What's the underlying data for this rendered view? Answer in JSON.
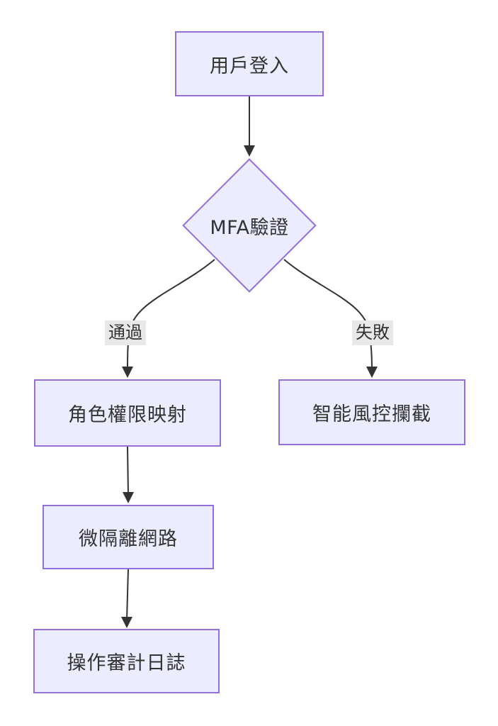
{
  "diagram": {
    "type": "flowchart",
    "direction": "top-down",
    "nodes": [
      {
        "id": "A",
        "shape": "rectangle",
        "label": "用戶登入"
      },
      {
        "id": "B",
        "shape": "diamond",
        "label": "MFA驗證"
      },
      {
        "id": "C",
        "shape": "rectangle",
        "label": "角色權限映射"
      },
      {
        "id": "D",
        "shape": "rectangle",
        "label": "智能風控攔截"
      },
      {
        "id": "E",
        "shape": "rectangle",
        "label": "微隔離網路"
      },
      {
        "id": "F",
        "shape": "rectangle",
        "label": "操作審計日誌"
      }
    ],
    "edges": [
      {
        "from": "A",
        "to": "B",
        "label": ""
      },
      {
        "from": "B",
        "to": "C",
        "label": "通過"
      },
      {
        "from": "B",
        "to": "D",
        "label": "失敗"
      },
      {
        "from": "C",
        "to": "E",
        "label": ""
      },
      {
        "from": "E",
        "to": "F",
        "label": ""
      }
    ],
    "colors": {
      "node_fill": "#ECECFF",
      "node_border": "#9370DB",
      "edge_line": "#333333",
      "edge_label_bg": "#e8e8e8",
      "text": "#333333",
      "background": "#ffffff"
    }
  }
}
